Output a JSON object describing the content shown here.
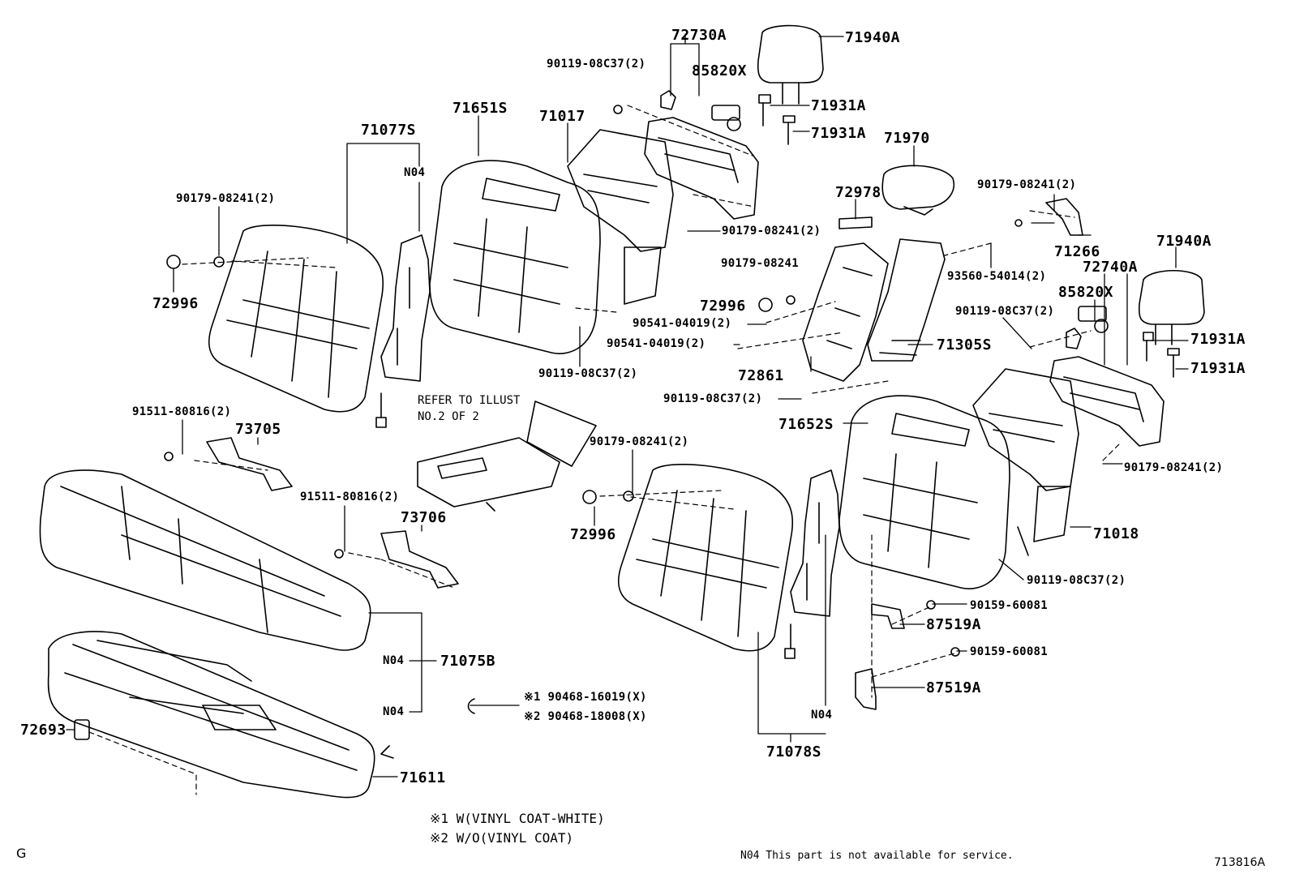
{
  "labels": {
    "p72730A": "72730A",
    "p71940A_1": "71940A",
    "p85820X_1": "85820X",
    "p90119_08C37_a": "90119-08C37(2)",
    "p71931A_1": "71931A",
    "p71931A_2": "71931A",
    "p71651S": "71651S",
    "p71017": "71017",
    "p71077S": "71077S",
    "pN04_1": "N04",
    "p90179_08241_a": "90179-08241(2)",
    "p72996_1": "72996",
    "p90179_08241_b": "90179-08241(2)",
    "p71970": "71970",
    "p72978": "72978",
    "p90179_08241_c": "90179-08241(2)",
    "p71266": "71266",
    "p71940A_2": "71940A",
    "p90179_08241_d": "90179-08241",
    "p93560_54014": "93560-54014(2)",
    "p72740A": "72740A",
    "p85820X_2": "85820X",
    "p72996_2": "72996",
    "p90541_04019_a": "90541-04019(2)",
    "p90541_04019_b": "90541-04019(2)",
    "p90119_08C37_b": "90119-08C37(2)",
    "p90119_08C37_c": "90119-08C37(2)",
    "p71931A_3": "71931A",
    "p71305S": "71305S",
    "p71931A_4": "71931A",
    "p72861": "72861",
    "p90119_08C37_d": "90119-08C37(2)",
    "p71652S": "71652S",
    "p90179_08241_e": "90179-08241(2)",
    "p91511_80816_a": "91511-80816(2)",
    "p73705": "73705",
    "p90179_08241_f": "90179-08241(2)",
    "p91511_80816_b": "91511-80816(2)",
    "p73706": "73706",
    "p72996_3": "72996",
    "p71018": "71018",
    "p90119_08C37_e": "90119-08C37(2)",
    "p90159_60081_a": "90159-60081",
    "p87519A_1": "87519A",
    "p90159_60081_b": "90159-60081",
    "pN04_2": "N04",
    "p71075B": "71075B",
    "p87519A_2": "87519A",
    "pN04_3": "N04",
    "p72693": "72693",
    "pN04_4": "N04",
    "p71078S": "71078S",
    "p71611": "71611"
  },
  "refer": {
    "line1": "REFER TO ILLUST",
    "line2": "NO.2 OF 2"
  },
  "wire_notes": {
    "n1": "※1 90468-16019(X)",
    "n2": "※2 90468-18008(X)"
  },
  "footnotes": {
    "f1": "※1 W(VINYL COAT-WHITE)",
    "f2": "※2 W/O(VINYL COAT)"
  },
  "footer": {
    "corner": "G",
    "not_available": "N04  This part is not available for service.",
    "diagram_id": "713816A"
  }
}
